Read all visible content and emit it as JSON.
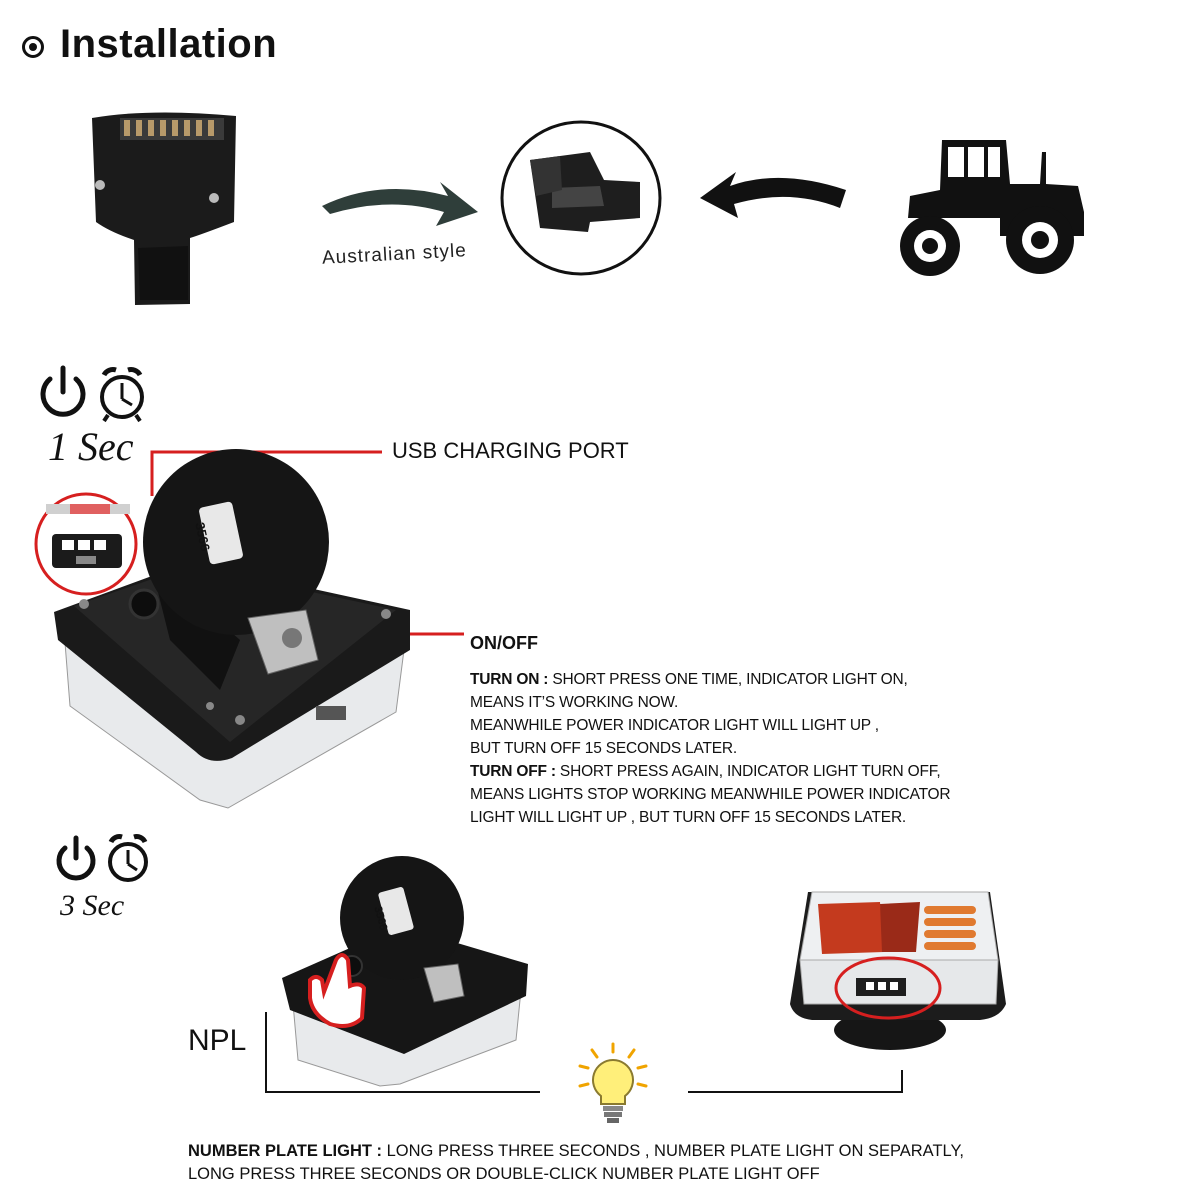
{
  "header": {
    "title": "Installation"
  },
  "connector": {
    "style_label": "Australian style"
  },
  "timers": {
    "first": "1 Sec",
    "second": "3 Sec"
  },
  "labels": {
    "usb": "USB CHARGING PORT",
    "onoff": "ON/OFF",
    "npl": "NPL",
    "device_code": "3566"
  },
  "instructions": {
    "turn_on_title": "TURN ON :",
    "turn_on_line1": " SHORT PRESS ONE TIME, INDICATOR LIGHT ON,",
    "turn_on_line2": " MEANS IT’S WORKING NOW.",
    "turn_on_line3": "MEANWHILE POWER INDICATOR LIGHT WILL LIGHT UP ,",
    "turn_on_line4": "BUT TURN OFF 15 SECONDS LATER.",
    "turn_off_title": "TURN OFF :",
    "turn_off_line1": " SHORT PRESS AGAIN, INDICATOR LIGHT TURN OFF,",
    "turn_off_line2": "MEANS LIGHTS STOP WORKING MEANWHILE POWER INDICATOR",
    "turn_off_line3": "LIGHT WILL LIGHT UP , BUT TURN OFF 15 SECONDS LATER."
  },
  "number_plate": {
    "title": "NUMBER PLATE LIGHT :",
    "line1": " LONG PRESS THREE SECONDS , NUMBER PLATE LIGHT ON SEPARATLY,",
    "line2": "LONG PRESS THREE SECONDS OR DOUBLE-CLICK NUMBER PLATE LIGHT OFF"
  },
  "icons": [
    "power-icon",
    "alarm-clock-icon",
    "tractor-icon",
    "light-bulb-icon",
    "pointing-hand-icon"
  ],
  "colors": {
    "accent_red": "#d61f1f",
    "dark": "#111111"
  }
}
